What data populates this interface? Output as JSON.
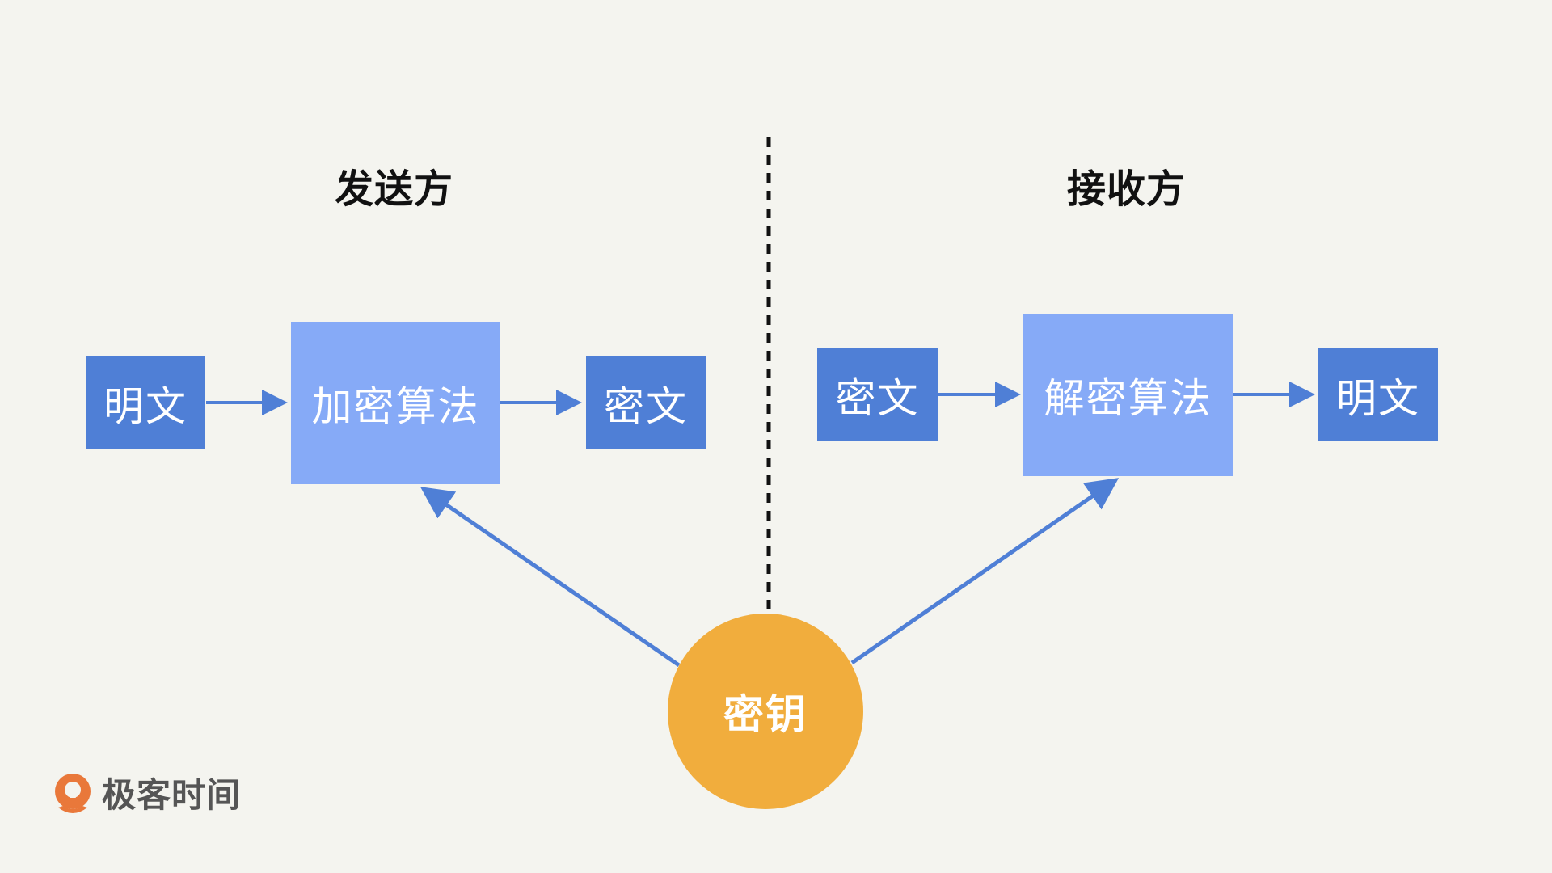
{
  "sender": {
    "heading": "发送方",
    "plaintext": "明文",
    "algorithm": "加密算法",
    "ciphertext": "密文"
  },
  "receiver": {
    "heading": "接收方",
    "ciphertext": "密文",
    "algorithm": "解密算法",
    "plaintext": "明文"
  },
  "key": {
    "label": "密钥"
  },
  "logo": {
    "text": "极客时间"
  },
  "colors": {
    "box_dark": "#4f7fd6",
    "box_light": "#86aaf7",
    "key_circle": "#f1ad3d",
    "arrow": "#4f7fd6",
    "divider": "#111111",
    "logo_accent": "#e9783a"
  }
}
